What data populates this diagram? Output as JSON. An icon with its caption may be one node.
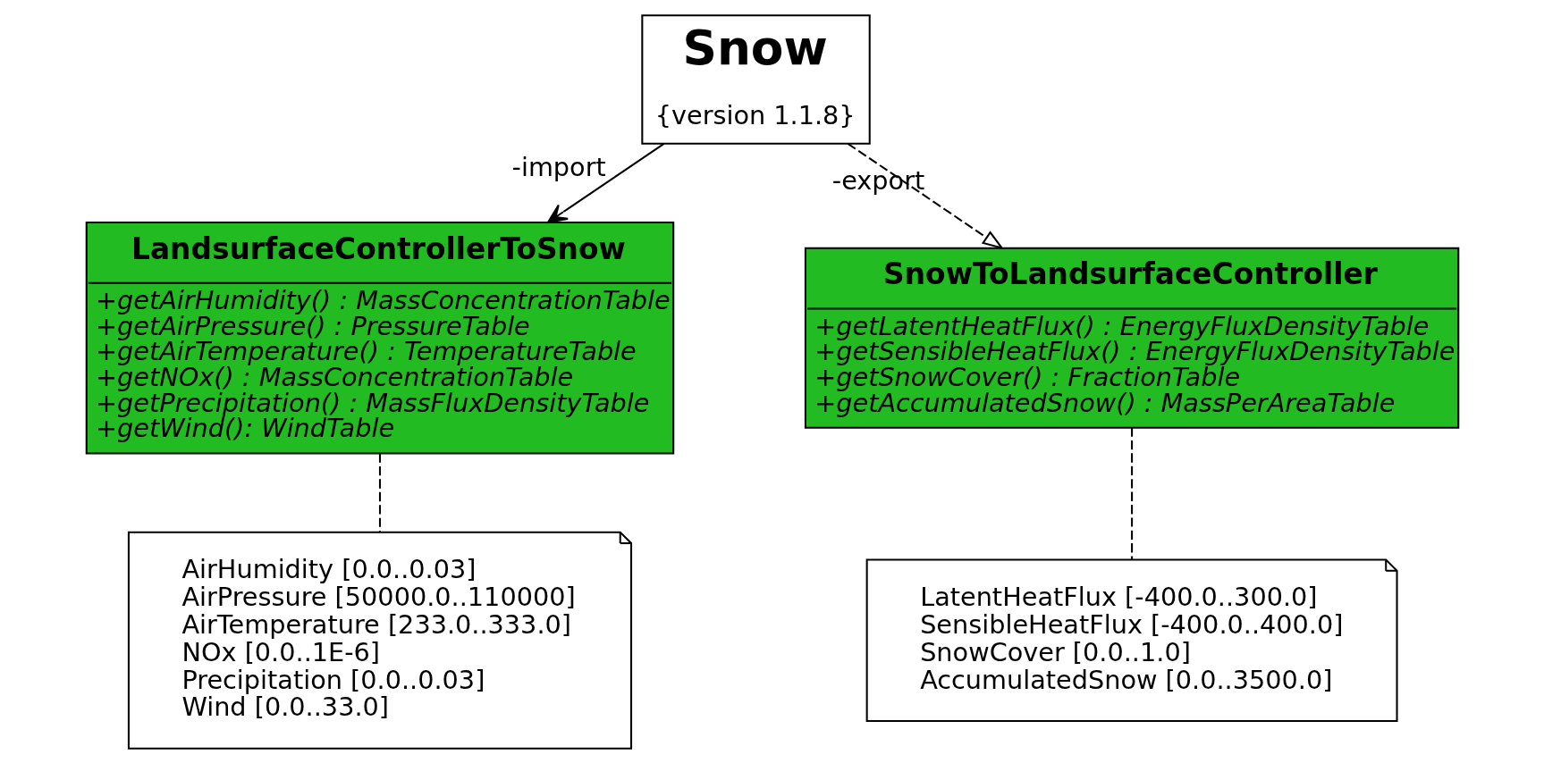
{
  "diagram": {
    "nodes": [
      {
        "text": [
          "Snow",
          "{version 1.1.8}"
        ]
      },
      {
        "text": [
          "LandsurfaceControllerToSnow",
          "+getAirHumidity() : MassConcentrationTable",
          "+getAirPressure() : PressureTable",
          "+getAirTemperature() : TemperatureTable",
          "+getNOx() : MassConcentrationTable",
          "+getPrecipitation() : MassFluxDensityTable",
          "+getWind(): WindTable"
        ]
      },
      {
        "text": [
          "SnowToLandsurfaceController",
          "+getLatentHeatFlux() : EnergyFluxDensityTable",
          "+getSensibleHeatFlux() : EnergyFluxDensityTable",
          "+getSnowCover() : FractionTable",
          "+getAccumulatedSnow() : MassPerAreaTable"
        ]
      },
      {
        "text": [
          "AirHumidity [0.0..0.03]",
          "AirPressure [50000.0..110000]",
          "AirTemperature [233.0..333.0]",
          "NOx [0.0..1E-6]",
          "Precipitation [0.0..0.03]",
          "Wind [0.0..33.0]"
        ]
      },
      {
        "text": [
          "LatentHeatFlux [-400.0..300.0]",
          "SensibleHeatFlux [-400.0..400.0]",
          "SnowCover [0.0..1.0]",
          "AccumulatedSnow [0.0..3500.0]"
        ]
      }
    ],
    "edges": [
      {
        "from": 0,
        "to": 1,
        "arrow": "to",
        "label": "-import"
      },
      {
        "from": 0,
        "to": 2,
        "arrow": "to",
        "label": "-export",
        "style": "dashed"
      },
      {
        "from": 1,
        "to": 3,
        "arrow": "none",
        "style": "dashed"
      },
      {
        "from": 2,
        "to": 4,
        "arrow": "none",
        "style": "dashed"
      }
    ]
  }
}
